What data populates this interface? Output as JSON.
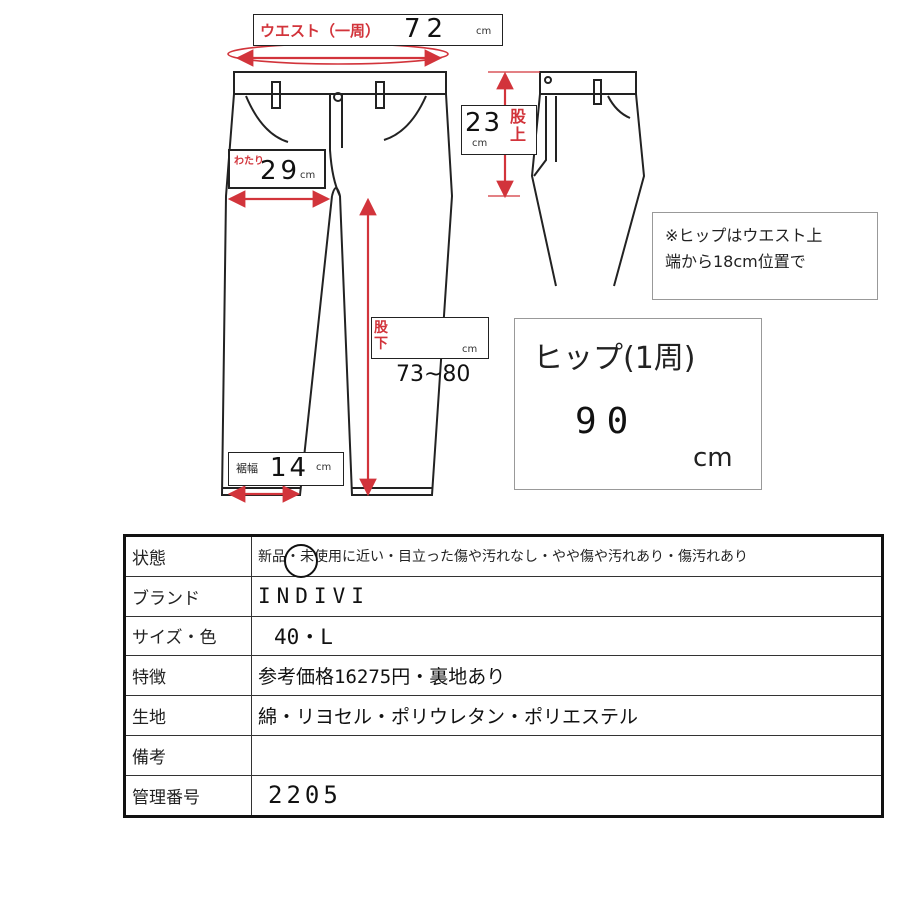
{
  "measurements": {
    "waist": {
      "label": "ウエスト（一周）",
      "value": "72",
      "unit": "cm"
    },
    "rise": {
      "label": "股上",
      "value": "23",
      "unit": "cm"
    },
    "thigh": {
      "label": "わたり",
      "value": "29",
      "unit": "cm"
    },
    "inseam": {
      "label": "股下",
      "value": "73~80",
      "unit": "cm"
    },
    "hem": {
      "label": "裾幅",
      "value": "14",
      "unit": "cm"
    }
  },
  "note": {
    "line1": "※ヒップはウエスト上",
    "line2": "端から18cm位置で"
  },
  "hip": {
    "label": "ヒップ(1周)",
    "value": "90",
    "unit": "cm"
  },
  "table": {
    "rows": [
      {
        "key": "状態",
        "value": "新品・未使用に近い・目立った傷や汚れなし・やや傷や汚れあり・傷汚れあり"
      },
      {
        "key": "ブランド",
        "value": "INDIVI"
      },
      {
        "key": "サイズ・色",
        "value": "40・L"
      },
      {
        "key": "特徴",
        "value": "参考価格16275円・裏地あり"
      },
      {
        "key": "生地",
        "value": "綿・リヨセル・ポリウレタン・ポリエステル"
      },
      {
        "key": "備考",
        "value": ""
      },
      {
        "key": "管理番号",
        "value": "2205"
      }
    ]
  },
  "colors": {
    "accent_red": "#d2343b",
    "line": "#222222"
  }
}
